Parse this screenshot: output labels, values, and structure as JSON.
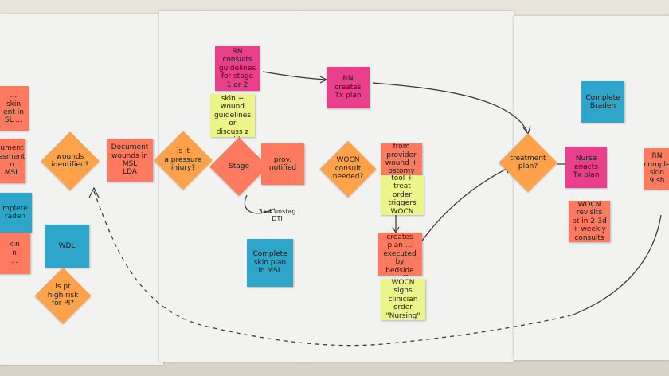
{
  "scene": {
    "description_colors": {
      "orange": "#ffa24a",
      "coral": "#ff7a5e",
      "pink": "#ea3f8a",
      "teal": "#2ea6c9",
      "yellow": "#ecf58a"
    }
  },
  "notes": {
    "left_coral_top": "...\nskin\nent in\nSL ...",
    "left_document_assessment": "ument\nssment\nn\nMSL",
    "wounds_identified": "wounds\nidentified?",
    "document_wounds": "Document\nwounds in\nMSL\nLDA",
    "left_teal_braden": "mplete\nraden",
    "left_coral_bottom": "kin\nn\n...",
    "wdl": "WDL",
    "is_pt_high_risk": "is pt\nhigh risk\nfor PI?",
    "is_it_pressure_injury": "is it\na pressure\ninjury?",
    "stage": "Stage",
    "prov_notified": "prov.\nnotified",
    "rn_consults_guidelines": "RN\nconsults\nguidelines\nfor stage\n1 or 2",
    "refer_to_skin_wound": "refer to\nskin + wound\nguidelines or\ndiscuss z\nprovider",
    "sticky_3_4_unstag_dti": "3+4 unstag\nDTI",
    "complete_skin_plan": "Complete\nskin plan\nin MSL",
    "rn_creates_tx_plan": "RN\ncreates\nTx plan",
    "wocn_consult_needed": "WOCN\nconsult\nneeded?",
    "get_order_from_provider": "Get order\nfrom provider\nwound + ostomy\n...",
    "wocn_tool_triggers": "WOCN tool +\ntreat order\ntriggers\nWOCN consult",
    "wocn_creates_plan": "WOCN\ncreates\nplan ...\nexecuted by\nbedside staff",
    "wocn_signs": "WOCN signs\nclinician order\n\"Nursing\"",
    "treatment_plan": "treatment\nplan?",
    "complete_braden": "Complete\nBraden",
    "nurse_enacts_tx_plan": "Nurse\nenacts\nTx plan",
    "wocn_revisits": "WOCN\nrevisits\npt in 2-3d\n+ weekly\nconsults",
    "right_coral_rn": "RN\ncomple\nskin\n9 sh"
  }
}
